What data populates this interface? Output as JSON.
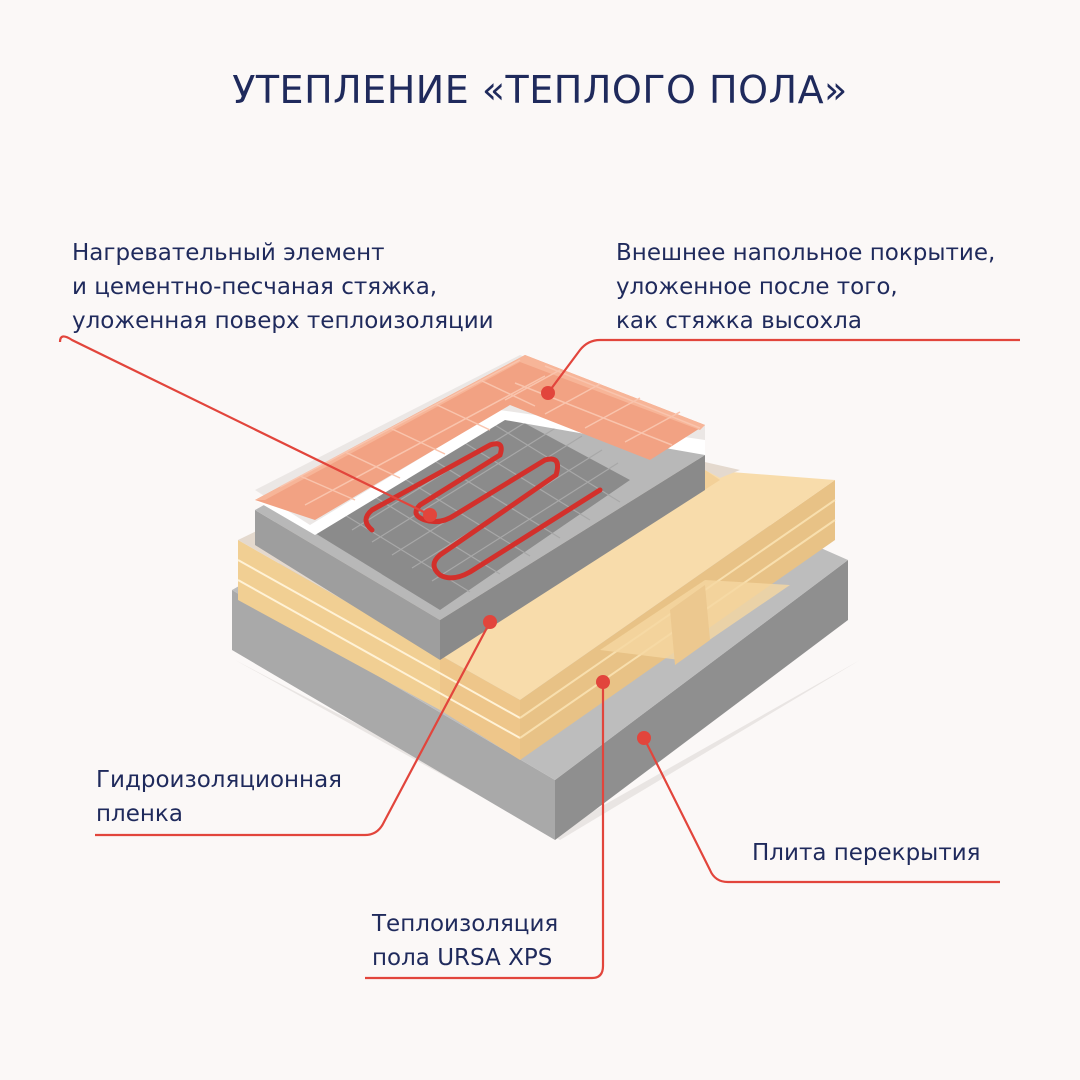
{
  "title": "УТЕПЛЕНИЕ «ТЕПЛОГО ПОЛА»",
  "labels": {
    "heating": [
      "Нагревательный элемент",
      "и цементно-песчаная стяжка,",
      "уложенная поверх теплоизоляции"
    ],
    "floor_covering": [
      "Внешнее напольное покрытие,",
      "уложенное после того,",
      "как стяжка высохла"
    ],
    "waterproofing": [
      "Гидроизоляционная",
      "пленка"
    ],
    "slab": [
      "Плита перекрытия"
    ],
    "insulation": [
      "Теплоизоляция",
      "пола URSA XPS"
    ]
  },
  "colors": {
    "title_text": "#1f2a5c",
    "leader_line": "#e2453c",
    "tile": "#f2a283",
    "screed": "#a7a7a7",
    "foam": "#f7dcaa",
    "slab": "#b4b4b4",
    "heating_cable": "#d3302b"
  }
}
